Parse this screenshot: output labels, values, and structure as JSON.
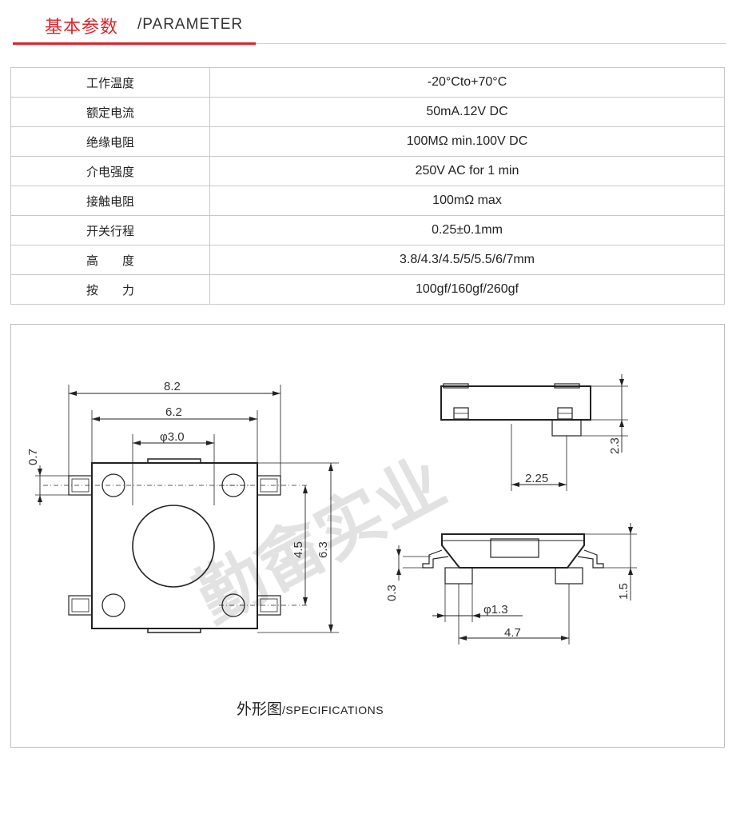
{
  "header": {
    "title_cn": "基本参数",
    "title_en": "/PARAMETER"
  },
  "params": [
    {
      "key": "工作温度",
      "value": "-20°Cto+70°C"
    },
    {
      "key": "额定电流",
      "value": "50mA.12V DC"
    },
    {
      "key": "绝缘电阻",
      "value": "100MΩ min.100V DC"
    },
    {
      "key": "介电强度",
      "value": "250V AC for 1 min"
    },
    {
      "key": "接触电阻",
      "value": "100mΩ max"
    },
    {
      "key": "开关行程",
      "value": "0.25±0.1mm"
    },
    {
      "key": "高　　度",
      "value": "3.8/4.3/4.5/5/5.5/6/7mm"
    },
    {
      "key": "按　　力",
      "value": "100gf/160gf/260gf"
    }
  ],
  "drawing": {
    "dims": {
      "d82": "8.2",
      "d62": "6.2",
      "d30": "φ3.0",
      "d07": "0.7",
      "d45": "4.5",
      "d63": "6.3",
      "d225": "2.25",
      "d23": "2.3",
      "d03": "0.3",
      "d13": "φ1.3",
      "d15": "1.5",
      "d47": "4.7"
    },
    "watermark": "勤畲实业"
  },
  "caption": {
    "cn": "外形图",
    "en": "/SPECIFICATIONS"
  }
}
